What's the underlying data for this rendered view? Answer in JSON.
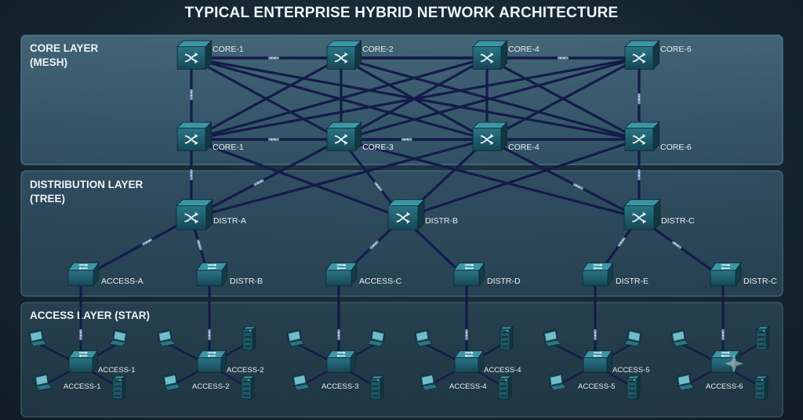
{
  "title": "TYPICAL ENTERPRISE HYBRID NETWORK ARCHITECTURE",
  "layers": {
    "core": {
      "name": "CORE LAYER",
      "sub": "(MESH)"
    },
    "distribution": {
      "name": "DISTRIBUTION LAYER",
      "sub": "(TREE)"
    },
    "access": {
      "name": "ACCESS LAYER (STAR)"
    }
  },
  "colors": {
    "panel": "#3d6072",
    "link": "#141b4a",
    "device": "#1e5563",
    "device_top": "#2f7d8c",
    "packet": "#8fb8c8"
  },
  "core_top": [
    "CORE-1",
    "CORE-2",
    "CORE-4",
    "CORE-6"
  ],
  "core_bottom": [
    "CORE-1",
    "CORE-3",
    "CORE-4",
    "CORE-6"
  ],
  "distribution": [
    "DISTR-A",
    "DISTR-B",
    "DISTR-C"
  ],
  "access_switches": [
    "ACCESS-A",
    "DISTR-B",
    "ACCESS-C",
    "DISTR-D",
    "DISTR-E",
    "DISTR-C"
  ],
  "star_hubs": [
    "ACCESS-1",
    "ACCESS-2",
    "ACCESS-3",
    "ACCESS-4",
    "ACCESS-5",
    "ACCESS-6"
  ],
  "star_groups": [
    {
      "upper": "ACCESS-1",
      "lower": "ACCESS-1"
    },
    {
      "upper": "ACCESS-2",
      "lower": "ACCESS-2"
    },
    {
      "upper": "",
      "lower": "ACCESS-3"
    },
    {
      "upper": "ACCESS-4",
      "lower": "ACCESS-4"
    },
    {
      "upper": "ACCESS-5",
      "lower": "ACCESS-5"
    },
    {
      "upper": "",
      "lower": "ACCESS-6"
    }
  ]
}
